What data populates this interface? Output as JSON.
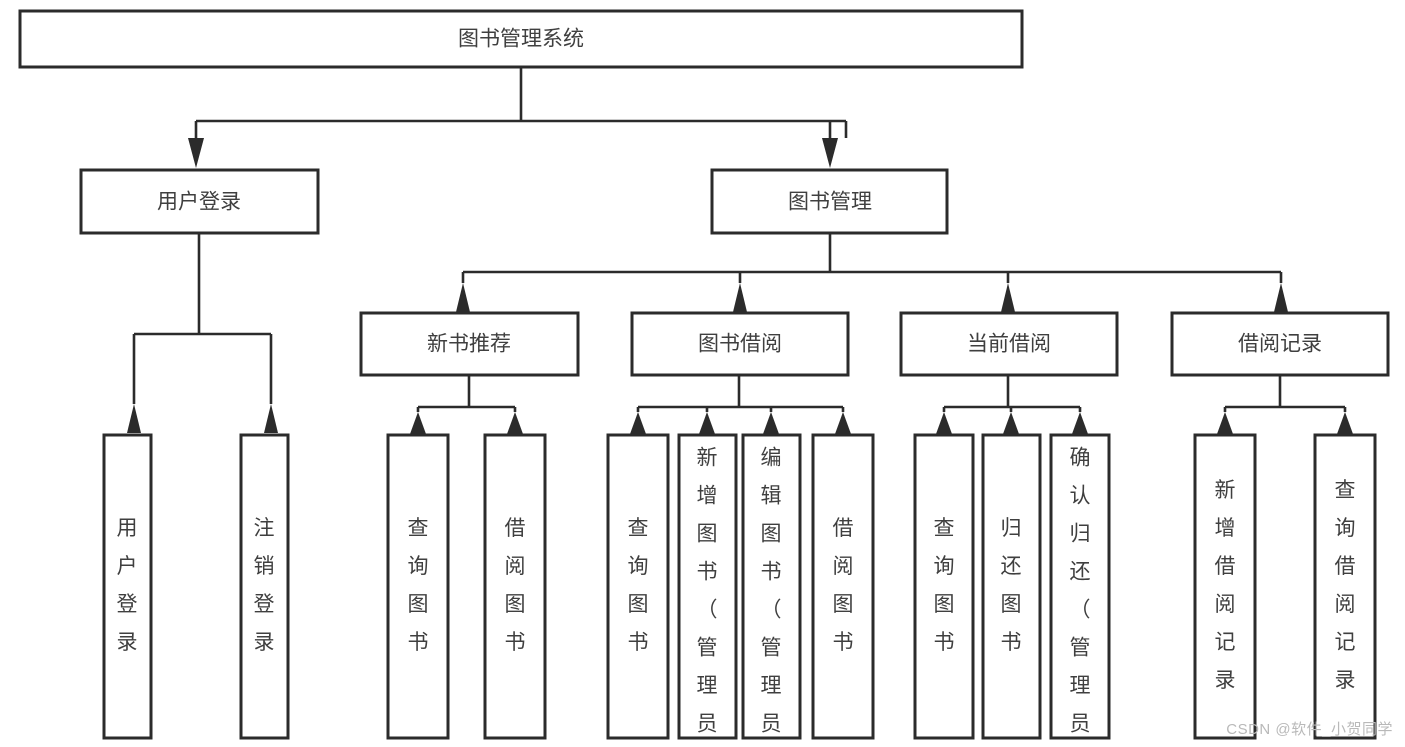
{
  "diagram": {
    "type": "tree-hierarchy-chart",
    "title": "图书管理系统",
    "watermark": "CSDN @软件_小贺同学",
    "colors": {
      "background": "#ffffff",
      "box_stroke": "#2b2b2b",
      "box_fill": "#ffffff",
      "text": "#3f3f3f",
      "connector": "#2b2b2b",
      "watermark": "#b9b9b9"
    },
    "root": {
      "label": "图书管理系统"
    },
    "level2": [
      {
        "id": "user-login",
        "label": "用户登录"
      },
      {
        "id": "book-management",
        "label": "图书管理"
      }
    ],
    "level3": [
      {
        "id": "new-book-recommend",
        "label": "新书推荐",
        "parent": "book-management"
      },
      {
        "id": "book-borrow",
        "label": "图书借阅",
        "parent": "book-management"
      },
      {
        "id": "current-borrow",
        "label": "当前借阅",
        "parent": "book-management"
      },
      {
        "id": "borrow-record",
        "label": "借阅记录",
        "parent": "book-management"
      }
    ],
    "leaves": [
      {
        "id": "leaf-user-login",
        "label": "用户登录",
        "parent": "user-login"
      },
      {
        "id": "leaf-logout-login",
        "label": "注销登录",
        "parent": "user-login"
      },
      {
        "id": "leaf-query-book-1",
        "label": "查询图书",
        "parent": "new-book-recommend"
      },
      {
        "id": "leaf-borrow-book-1",
        "label": "借阅图书",
        "parent": "new-book-recommend"
      },
      {
        "id": "leaf-query-book-2",
        "label": "查询图书",
        "parent": "book-borrow"
      },
      {
        "id": "leaf-add-book",
        "label": "新增图书（管理员）",
        "parent": "book-borrow"
      },
      {
        "id": "leaf-edit-book",
        "label": "编辑图书（管理员）",
        "parent": "book-borrow"
      },
      {
        "id": "leaf-borrow-book-2",
        "label": "借阅图书",
        "parent": "book-borrow"
      },
      {
        "id": "leaf-query-book-3",
        "label": "查询图书",
        "parent": "current-borrow"
      },
      {
        "id": "leaf-return-book",
        "label": "归还图书",
        "parent": "current-borrow"
      },
      {
        "id": "leaf-confirm-return",
        "label": "确认归还（管理员）",
        "parent": "current-borrow"
      },
      {
        "id": "leaf-add-record",
        "label": "新增借阅记录",
        "parent": "borrow-record"
      },
      {
        "id": "leaf-query-record",
        "label": "查询借阅记录",
        "parent": "borrow-record"
      }
    ]
  }
}
